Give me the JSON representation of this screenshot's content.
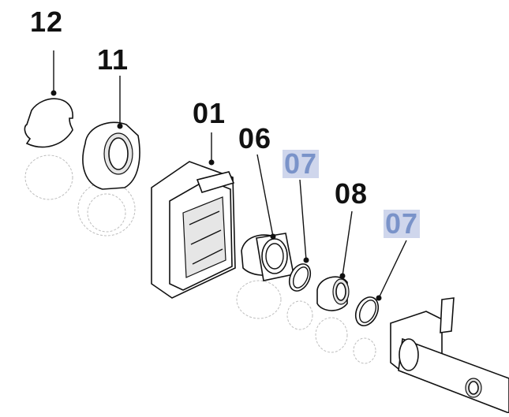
{
  "callouts": {
    "c12": "12",
    "c11": "11",
    "c01": "01",
    "c06": "06",
    "c07a": "07",
    "c08": "08",
    "c07b": "07"
  },
  "colors": {
    "highlight_bg": "#cfd6ec",
    "highlight_text": "#7a93c9",
    "line": "#111111"
  }
}
